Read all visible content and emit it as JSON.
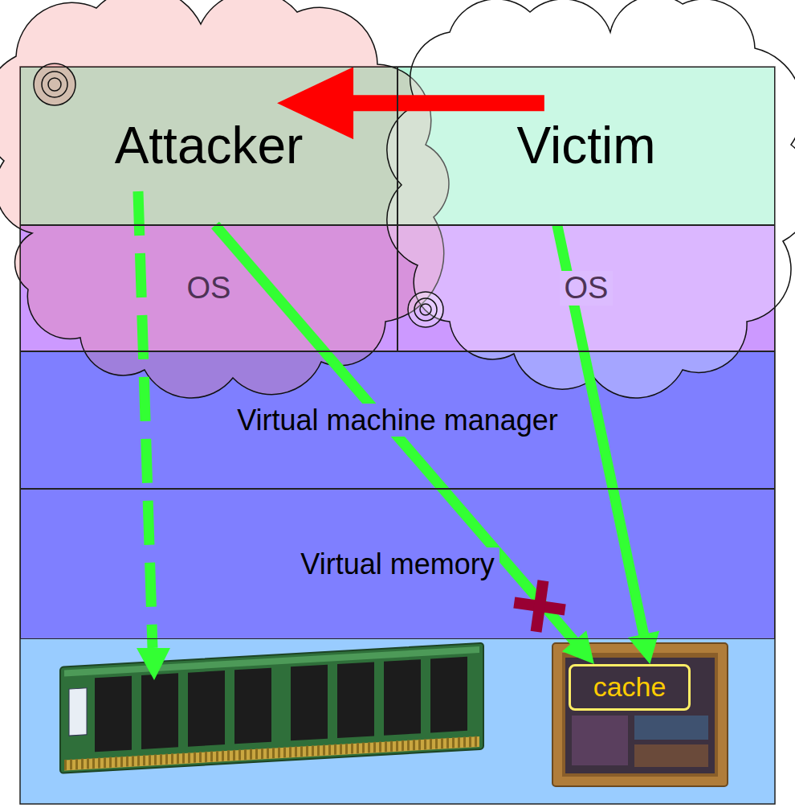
{
  "diagram": {
    "nodes": [
      {
        "text": [
          "Attacker"
        ]
      },
      {
        "text": [
          "Victim"
        ]
      },
      {
        "text": [
          "OS"
        ]
      },
      {
        "text": [
          "OS"
        ]
      },
      {
        "text": [
          "Virtual machine manager"
        ]
      },
      {
        "text": [
          "Virtual memory"
        ]
      },
      {
        "text": [
          "cache"
        ]
      }
    ],
    "edges": [
      {
        "from": 1,
        "to": 0,
        "arrow": "to"
      },
      {
        "from": 0,
        "to": 6,
        "arrow": "to"
      },
      {
        "from": 1,
        "to": 6,
        "arrow": "to"
      }
    ]
  }
}
